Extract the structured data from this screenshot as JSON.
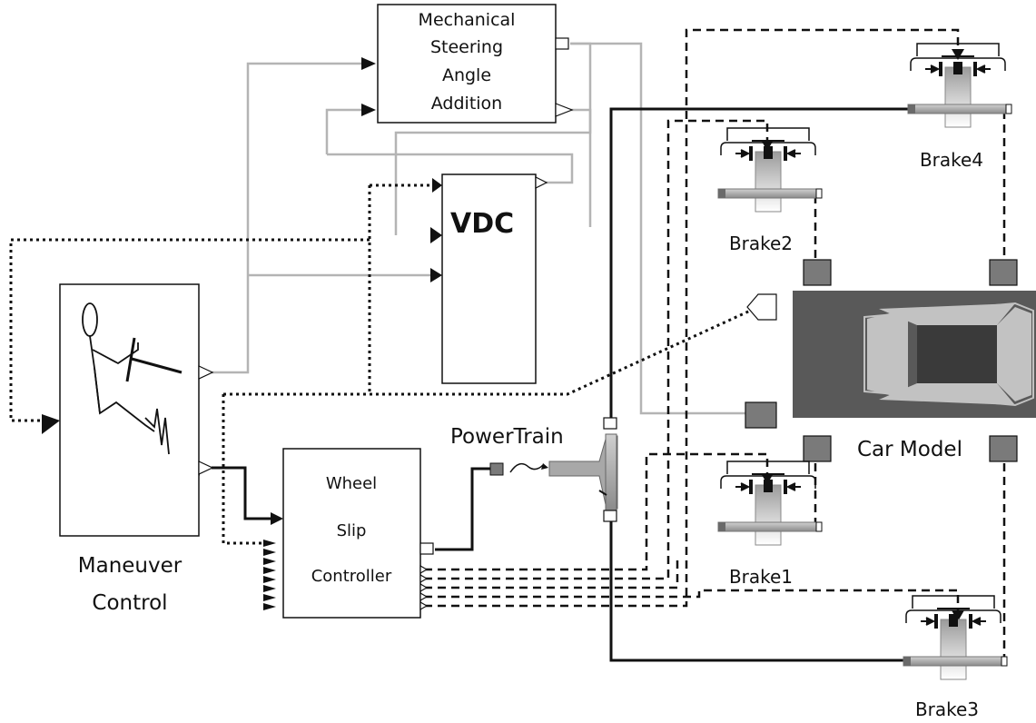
{
  "blocks": {
    "steering": {
      "lines": [
        "Mechanical",
        "Steering",
        "Angle",
        "Addition"
      ]
    },
    "vdc": {
      "label": "VDC"
    },
    "maneuver": {
      "lines": [
        "Maneuver",
        "Control"
      ]
    },
    "wheel_slip": {
      "lines": [
        "Wheel",
        "Slip",
        "Controller"
      ]
    },
    "powertrain": {
      "label": "PowerTrain"
    },
    "car_model": {
      "label": "Car Model"
    },
    "brake1": {
      "label": "Brake1"
    },
    "brake2": {
      "label": "Brake2"
    },
    "brake3": {
      "label": "Brake3"
    },
    "brake4": {
      "label": "Brake4"
    }
  },
  "colors": {
    "connector_gray": "#b4b4b4",
    "car_body": "#595959",
    "car_window": "#c2c2c2",
    "car_roof": "#3a3a3a",
    "port_fill": "#7a7a7a"
  }
}
